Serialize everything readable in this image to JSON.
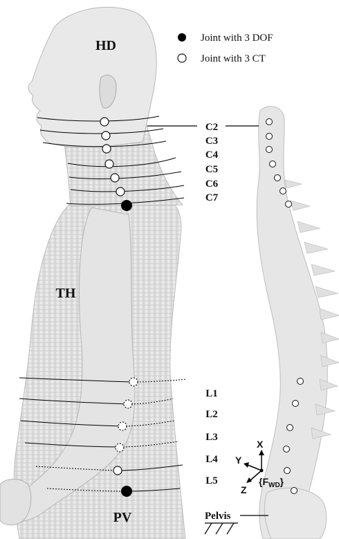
{
  "legend": {
    "dof_label": "Joint with 3 DOF",
    "ct_label": "Joint with 3 CT"
  },
  "regions": {
    "head": "HD",
    "thorax": "TH",
    "pelvis_segment": "PV"
  },
  "cervical_levels": [
    "C2",
    "C3",
    "C4",
    "C5",
    "C6",
    "C7"
  ],
  "lumbar_levels": [
    "L1",
    "L2",
    "L3",
    "L4",
    "L5"
  ],
  "frame": {
    "x_axis": "X",
    "y_axis": "Y",
    "z_axis": "Z",
    "label_prefix": "{F",
    "label_sub": "WD",
    "label_suffix": "}"
  },
  "pelvis_label": "Pelvis"
}
